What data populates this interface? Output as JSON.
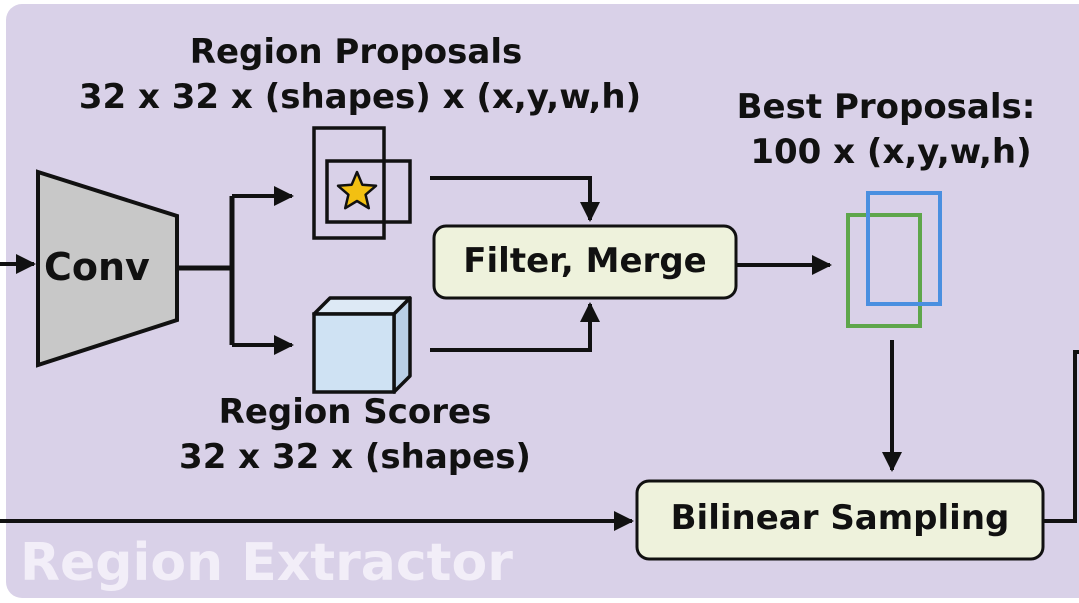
{
  "panel": {
    "title": "Region Extractor",
    "background": "#d9d1e8",
    "title_color": "#f2eef8"
  },
  "conv": {
    "label": "Conv",
    "fill": "#c8c8c8"
  },
  "region_proposals": {
    "title": "Region Proposals",
    "shape": "32 x 32 x (shapes) x (x,y,w,h)",
    "icon": "star-icon",
    "star_color": "#f2c012"
  },
  "region_scores": {
    "title": "Region Scores",
    "shape": "32 x 32 x (shapes)",
    "cube_color": "#cfe2f3"
  },
  "filter_merge": {
    "label": "Filter, Merge",
    "fill": "#eef2dc"
  },
  "best_proposals": {
    "title": "Best Proposals:",
    "shape": "100 x (x,y,w,h)",
    "box_colors": [
      "#4a8fe0",
      "#5ea64b"
    ]
  },
  "bilinear_sampling": {
    "label": "Bilinear Sampling",
    "fill": "#eef2dc"
  }
}
